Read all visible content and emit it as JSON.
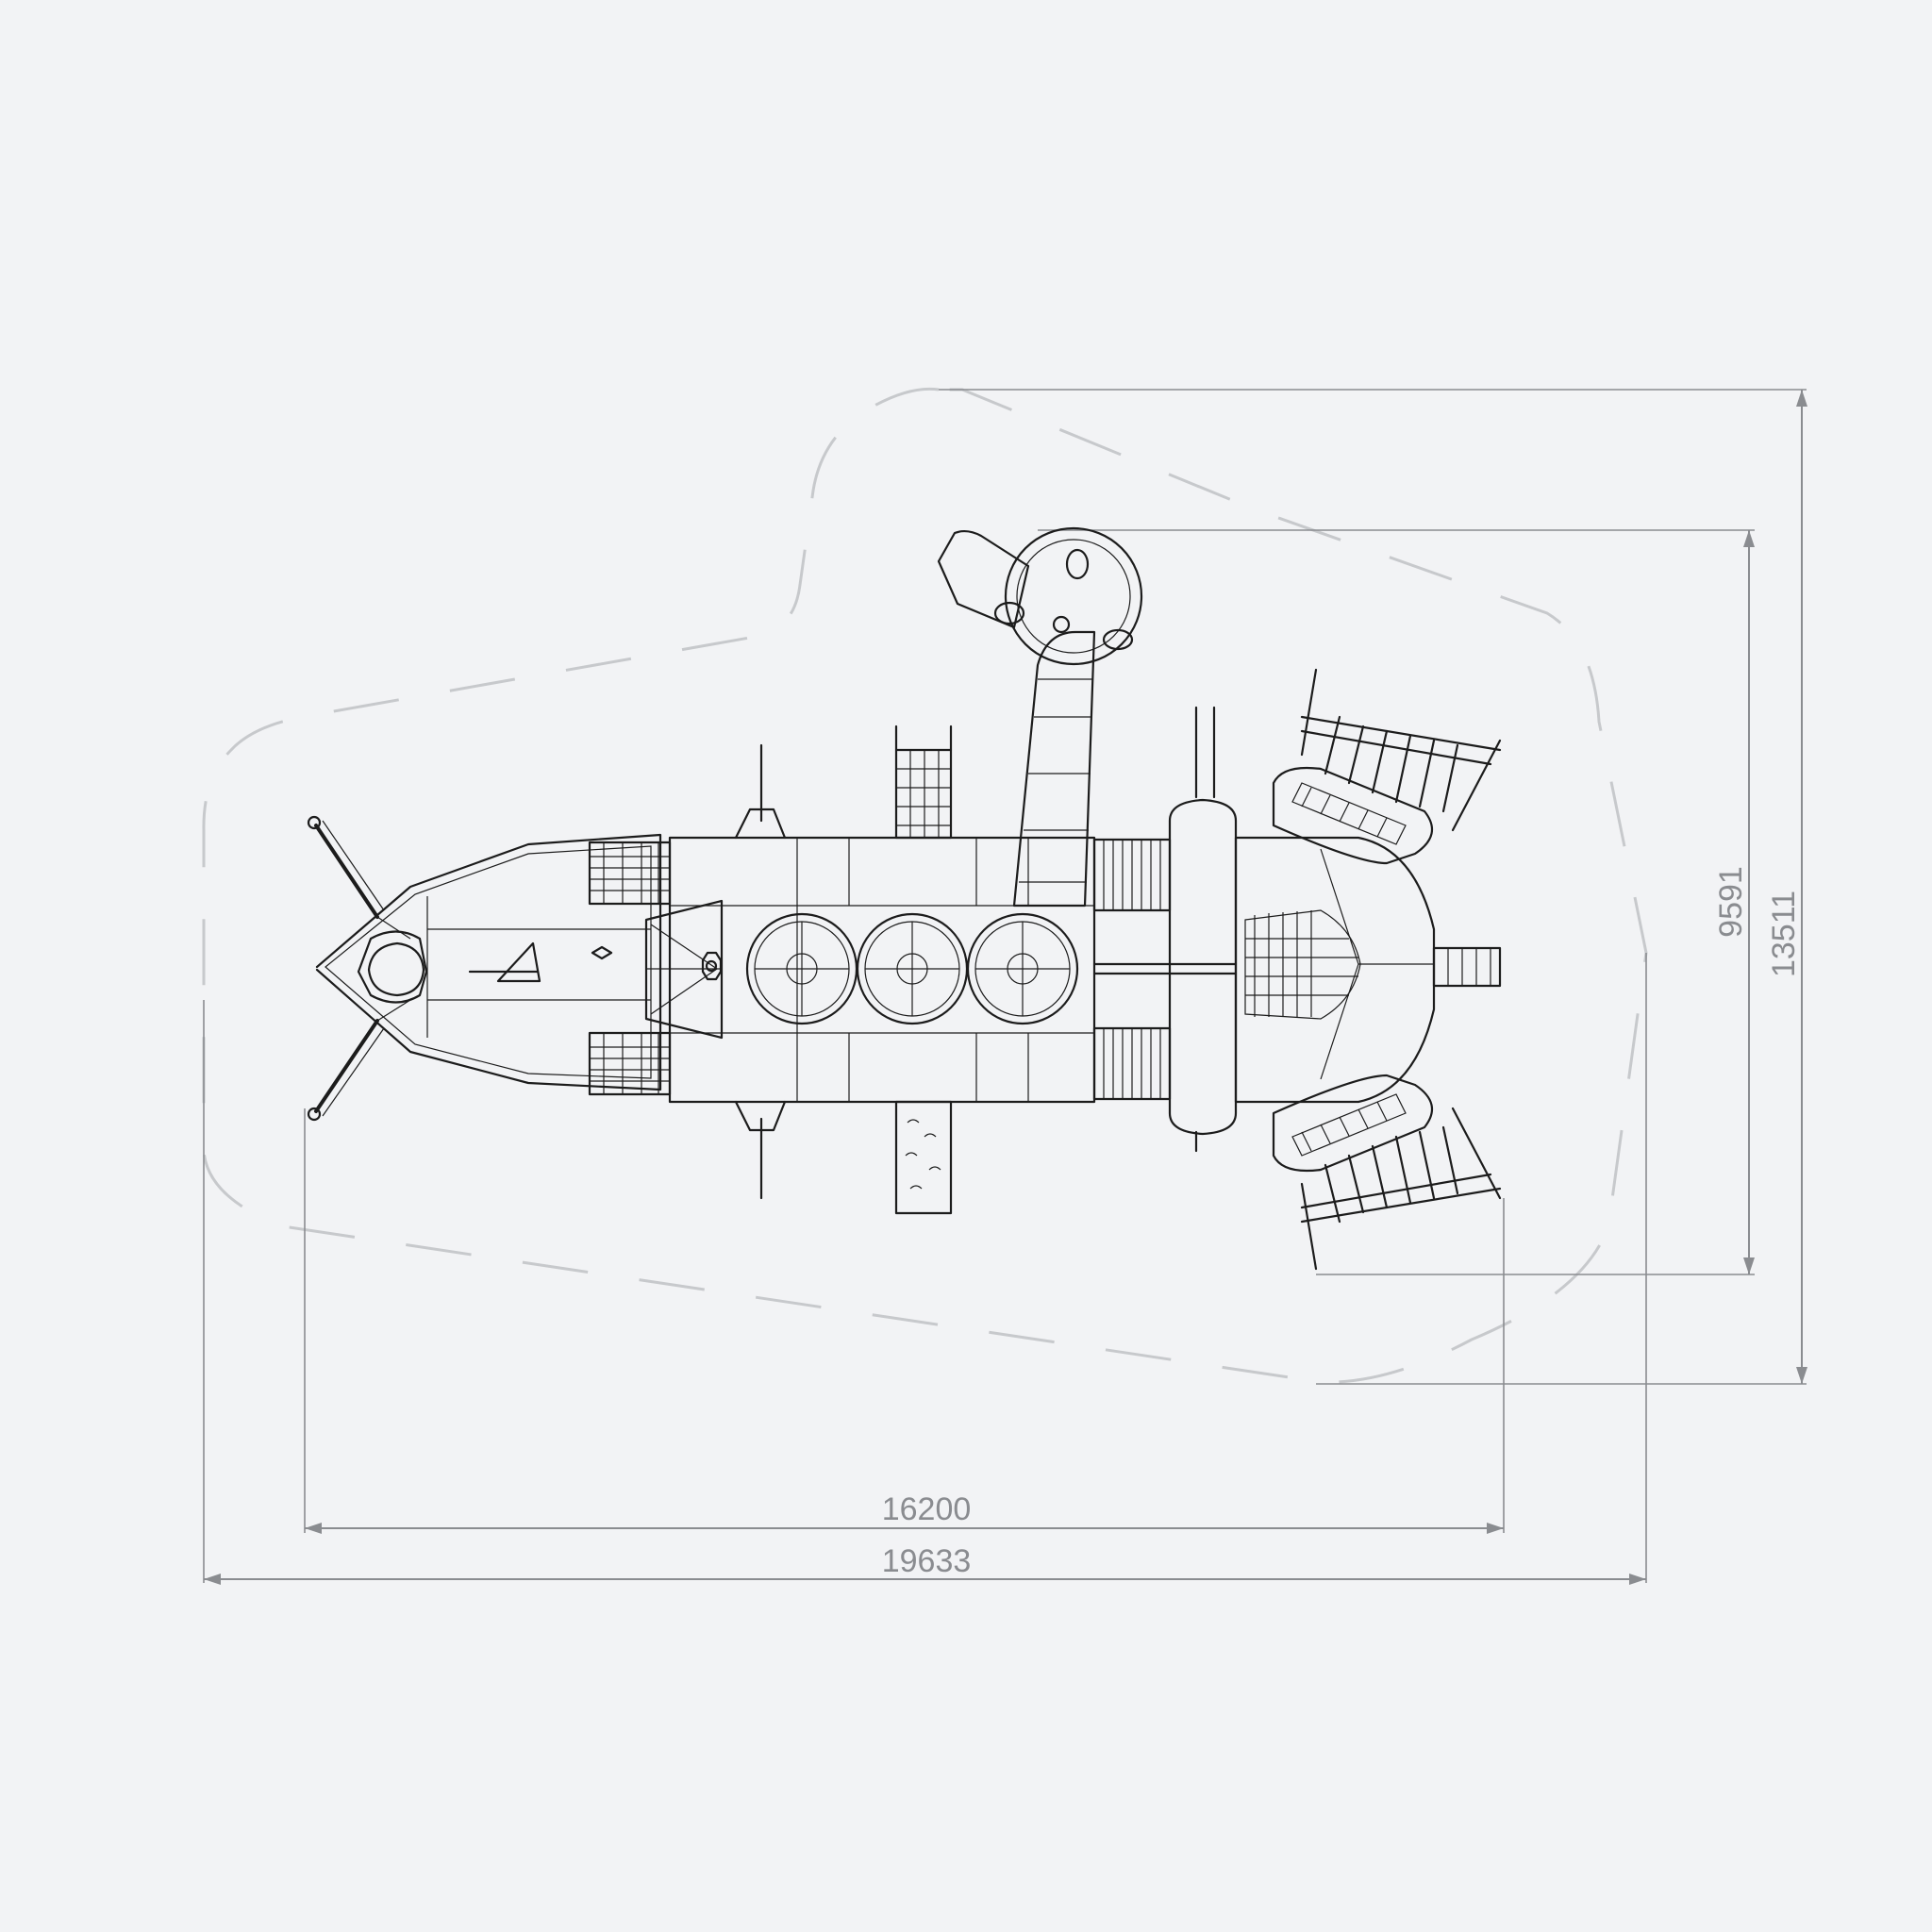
{
  "dimensions": {
    "overall_width": "19633",
    "structure_width": "16200",
    "structure_height": "9591",
    "overall_height": "13511"
  },
  "colors": {
    "background": "#f2f3f5",
    "dimension": "#8a8c90",
    "safety_zone": "#c7c9cc",
    "line_art": "#1c1c1c"
  }
}
